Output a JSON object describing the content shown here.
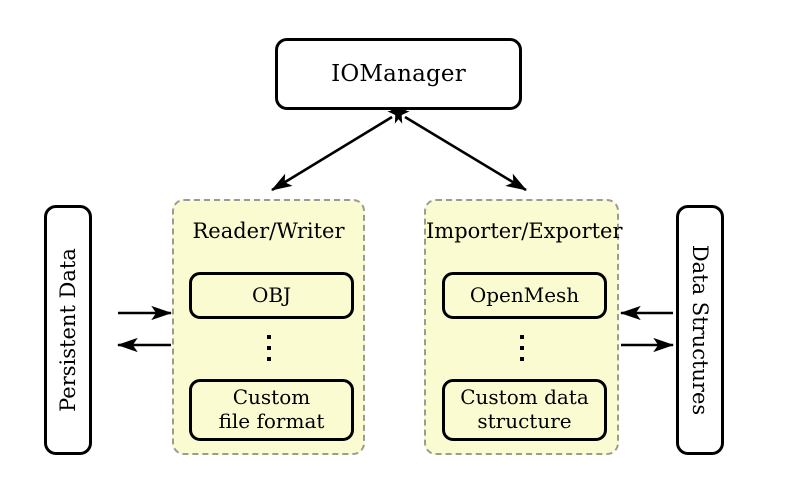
{
  "diagram": {
    "title_node": {
      "label": "IOManager"
    },
    "left_store": {
      "label": "Persistent Data"
    },
    "right_store": {
      "label": "Data Structures"
    },
    "panels": [
      {
        "id": "reader-writer",
        "title": "Reader/Writer",
        "items": [
          {
            "label": "OBJ"
          },
          {
            "label": "Custom\nfile format"
          }
        ],
        "ellipsis": "⋮"
      },
      {
        "id": "importer-exporter",
        "title": "Importer/Exporter",
        "items": [
          {
            "label": "OpenMesh"
          },
          {
            "label": "Custom data\nstructure"
          }
        ],
        "ellipsis": "⋮"
      }
    ],
    "connections": [
      {
        "id": "manager-to-reader-writer",
        "from": "IOManager",
        "to": "Reader/Writer",
        "direction": "bidirectional",
        "style": "diagonal"
      },
      {
        "id": "manager-to-importer-exporter",
        "from": "IOManager",
        "to": "Importer/Exporter",
        "direction": "bidirectional",
        "style": "diagonal"
      },
      {
        "id": "persistent-data-to-reader-writer",
        "from": "Persistent Data",
        "to": "Reader/Writer",
        "direction": "right",
        "style": "horizontal"
      },
      {
        "id": "reader-writer-to-persistent-data",
        "from": "Reader/Writer",
        "to": "Persistent Data",
        "direction": "left",
        "style": "horizontal"
      },
      {
        "id": "data-structures-to-importer-exporter",
        "from": "Data Structures",
        "to": "Importer/Exporter",
        "direction": "left",
        "style": "horizontal"
      },
      {
        "id": "importer-exporter-to-data-structures",
        "from": "Importer/Exporter",
        "to": "Data Structures",
        "direction": "right",
        "style": "horizontal"
      }
    ],
    "colors": {
      "panel_fill": "#FBFBD2",
      "panel_border": "#9A9A9A",
      "node_border": "#000000",
      "node_fill": "#FFFFFF",
      "stroke": "#000000",
      "background": "#FFFFFF"
    }
  }
}
